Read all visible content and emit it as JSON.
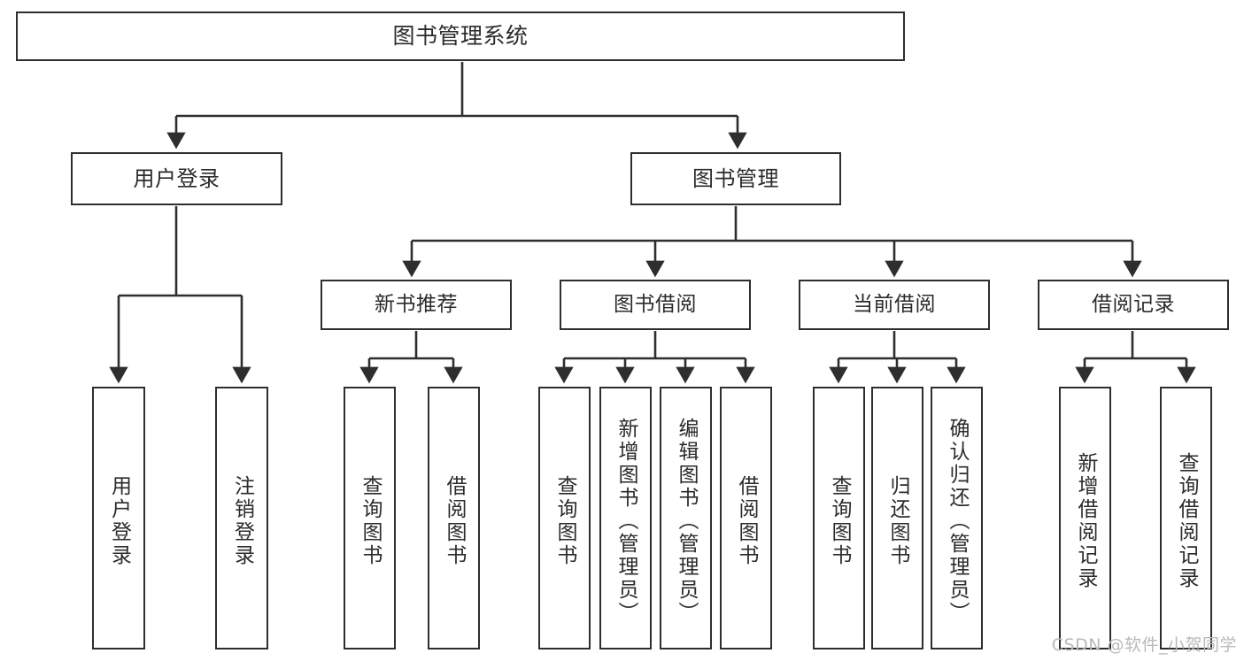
{
  "diagram": {
    "title": "图书管理系统",
    "type": "tree",
    "orientation": "top-down",
    "colors": {
      "box_border": "#2e2e2e",
      "box_fill": "#ffffff",
      "text": "#2b2b2b",
      "edge": "#2e2e2e",
      "background": "#ffffff",
      "watermark": "#b9b9b9"
    },
    "watermark": "CSDN @软件_小贺同学",
    "nodes": {
      "root": {
        "label": "图书管理系统"
      },
      "level1": [
        {
          "id": "user-login",
          "label": "用户登录"
        },
        {
          "id": "book-manage",
          "label": "图书管理"
        }
      ],
      "level2": [
        {
          "id": "new-book-recommend",
          "label": "新书推荐"
        },
        {
          "id": "book-borrow",
          "label": "图书借阅"
        },
        {
          "id": "current-borrow",
          "label": "当前借阅"
        },
        {
          "id": "borrow-record",
          "label": "借阅记录"
        }
      ],
      "leaves": [
        {
          "id": "leaf-user-login",
          "label": "用户登录",
          "parent": "user-login"
        },
        {
          "id": "leaf-logout-login",
          "label": "注销登录",
          "parent": "user-login"
        },
        {
          "id": "leaf-query-book-1",
          "label": "查询图书",
          "parent": "new-book-recommend"
        },
        {
          "id": "leaf-borrow-book-1",
          "label": "借阅图书",
          "parent": "new-book-recommend"
        },
        {
          "id": "leaf-query-book-2",
          "label": "查询图书",
          "parent": "book-borrow"
        },
        {
          "id": "leaf-add-book",
          "label": "新增图书（管理员）",
          "parent": "book-borrow"
        },
        {
          "id": "leaf-edit-book",
          "label": "编辑图书（管理员）",
          "parent": "book-borrow"
        },
        {
          "id": "leaf-borrow-book-2",
          "label": "借阅图书",
          "parent": "book-borrow"
        },
        {
          "id": "leaf-query-book-3",
          "label": "查询图书",
          "parent": "current-borrow"
        },
        {
          "id": "leaf-return-book",
          "label": "归还图书",
          "parent": "current-borrow"
        },
        {
          "id": "leaf-confirm-return",
          "label": "确认归还（管理员）",
          "parent": "current-borrow"
        },
        {
          "id": "leaf-add-record",
          "label": "新增借阅记录",
          "parent": "borrow-record"
        },
        {
          "id": "leaf-query-record",
          "label": "查询借阅记录",
          "parent": "borrow-record"
        }
      ]
    }
  }
}
